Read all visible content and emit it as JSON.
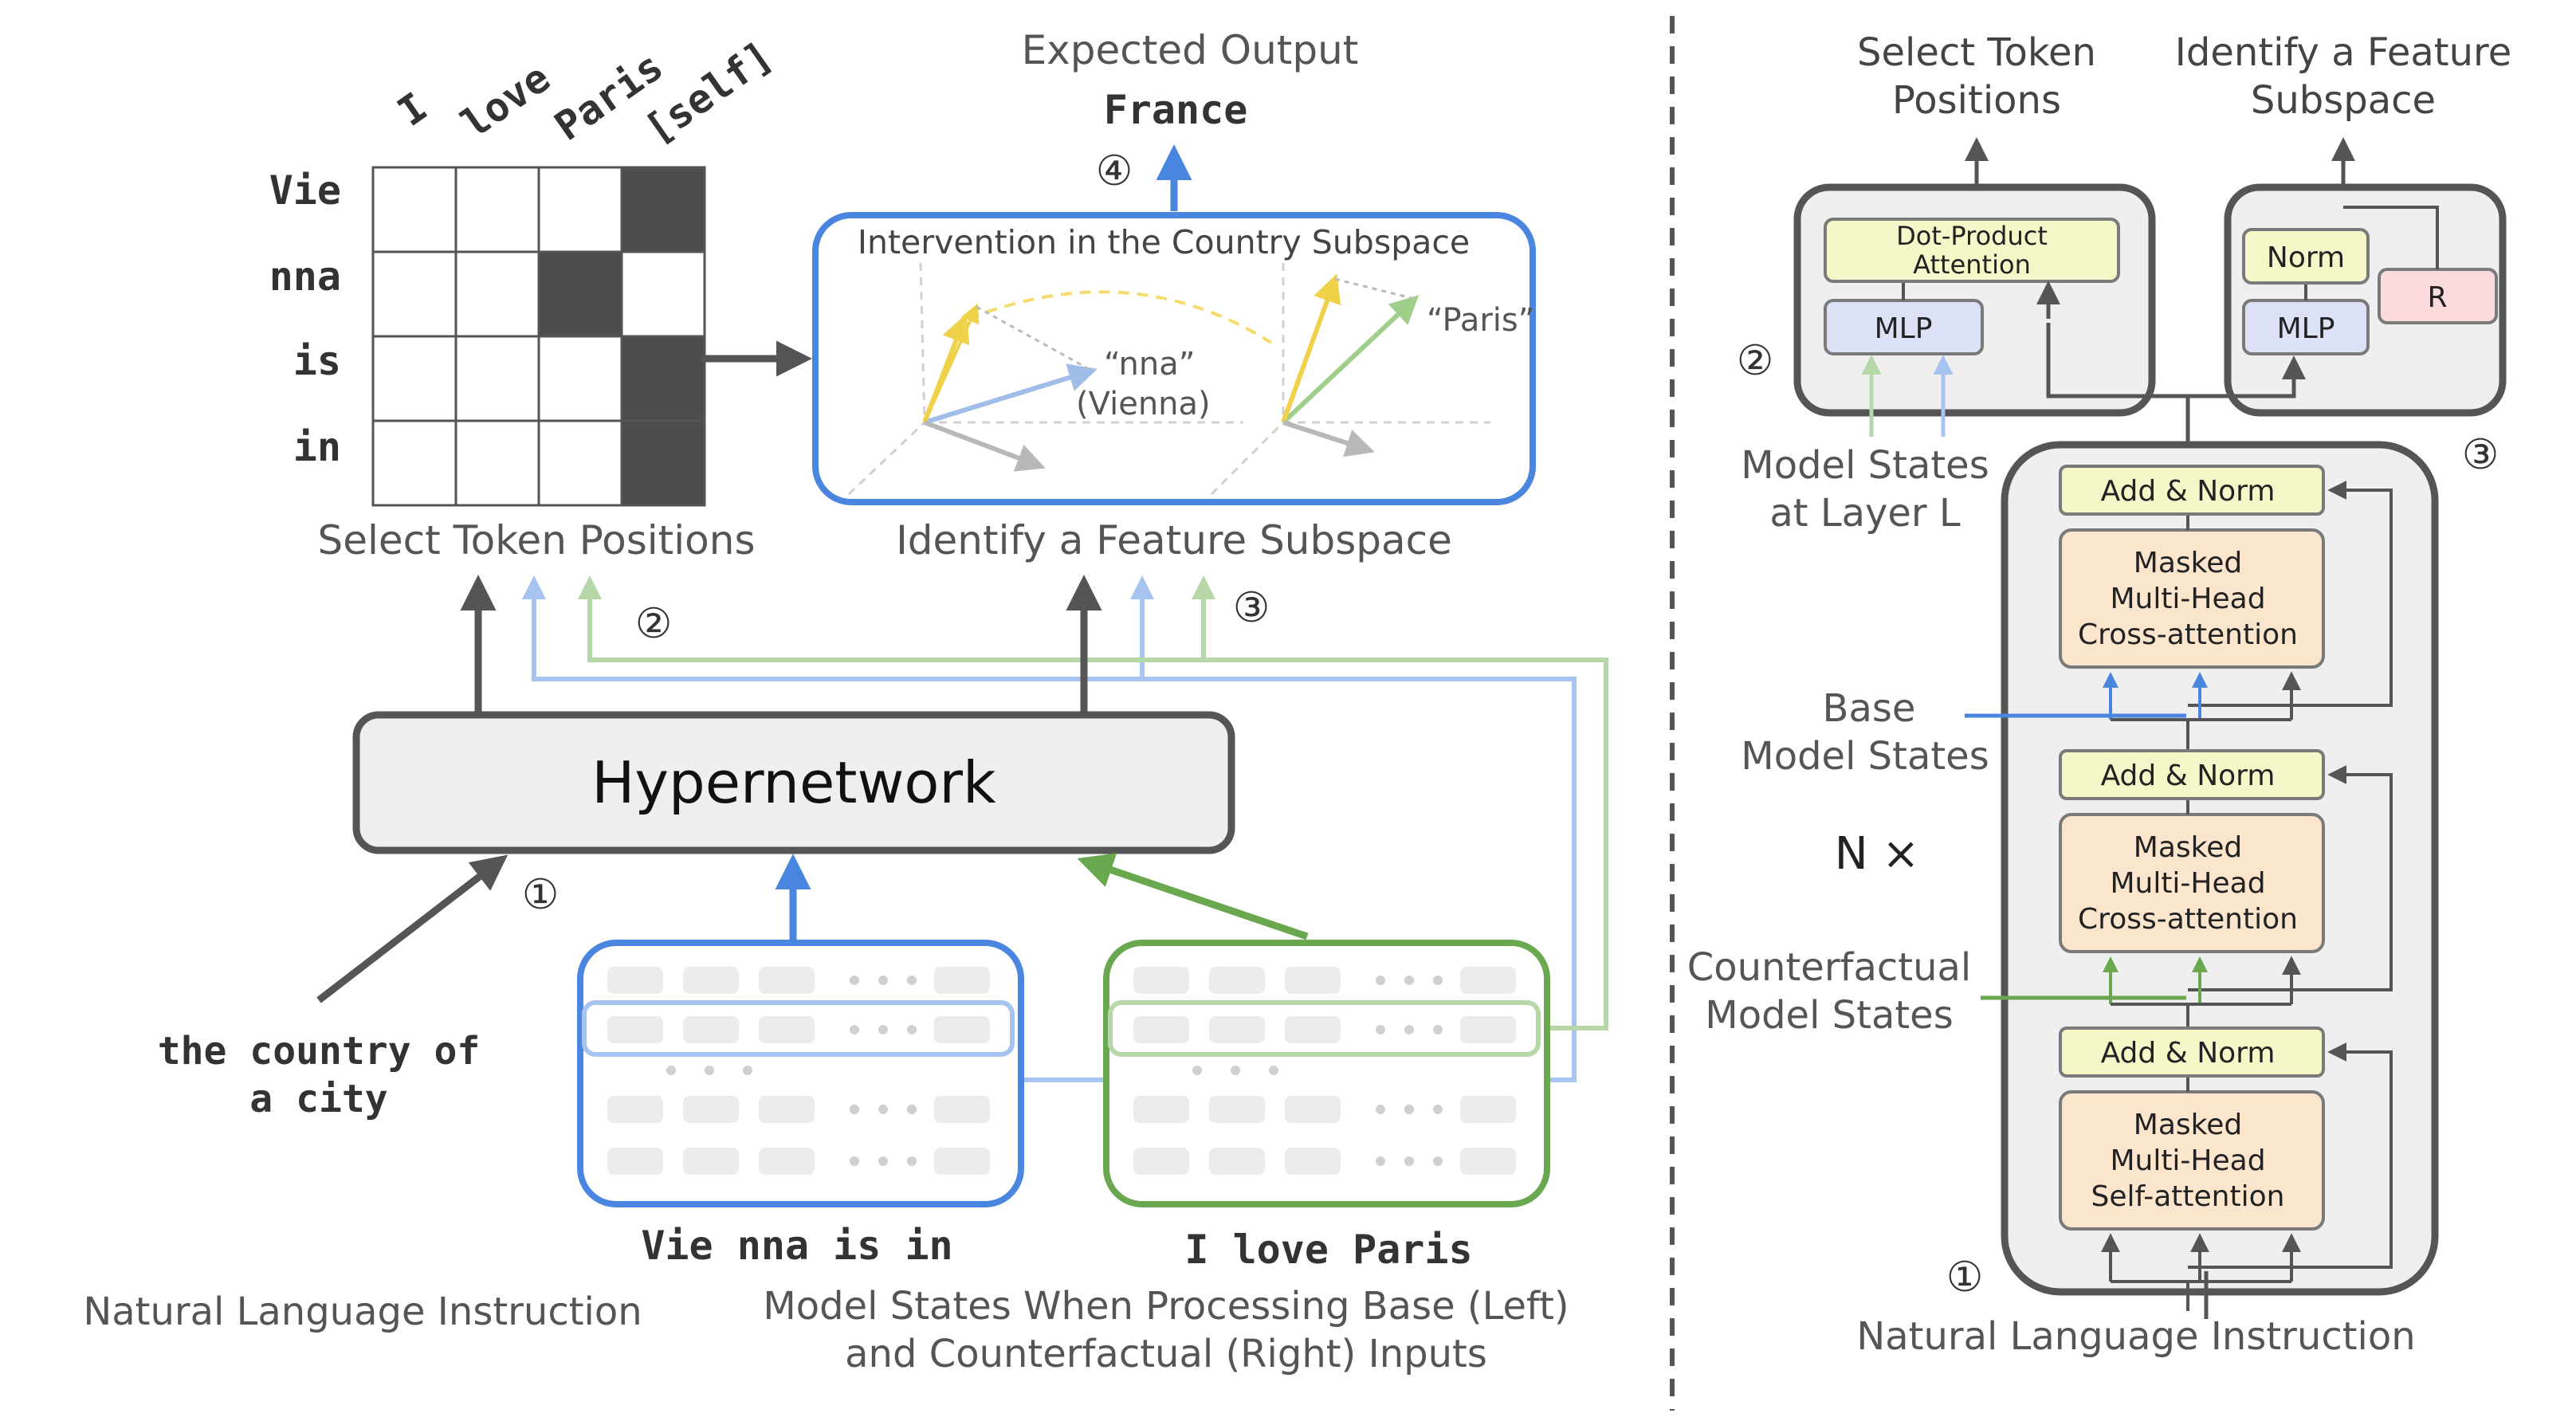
{
  "left": {
    "token_grid": {
      "columns": [
        "I",
        "love",
        "Paris",
        "[self]"
      ],
      "rows": [
        "Vie",
        "nna",
        "is",
        "in"
      ],
      "selected": [
        [
          0,
          3
        ],
        [
          1,
          2
        ],
        [
          2,
          3
        ],
        [
          3,
          3
        ]
      ],
      "caption": "Select Token Positions"
    },
    "expected_output": {
      "label": "Expected Output",
      "value": "France",
      "step": "④"
    },
    "intervention_panel": {
      "title": "Intervention in the Country Subspace",
      "left_vector_label_1": "“nna”",
      "left_vector_label_2": "(Vienna)",
      "right_vector_label": "“Paris”",
      "caption": "Identify a Feature Subspace"
    },
    "step_2": "②",
    "step_3": "③",
    "hypernetwork": {
      "label": "Hypernetwork",
      "step": "①"
    },
    "instruction": {
      "text_1": "the country of",
      "text_2": "a city",
      "caption": "Natural Language Instruction"
    },
    "base_input": "Vie nna is in",
    "counterfactual_input": "I love Paris",
    "states_caption_1": "Model States When Processing Base (Left)",
    "states_caption_2": "and Counterfactual (Right) Inputs"
  },
  "right": {
    "head_select": {
      "title_1": "Select Token",
      "title_2": "Positions",
      "attention_1": "Dot-Product",
      "attention_2": "Attention",
      "mlp": "MLP",
      "step": "②"
    },
    "head_subspace": {
      "title_1": "Identify a Feature",
      "title_2": "Subspace",
      "norm": "Norm",
      "mlp": "MLP",
      "r": "R",
      "step": "③"
    },
    "model_states_1": "Model States",
    "model_states_2": "at Layer L",
    "base_states_1": "Base",
    "base_states_2": "Model States",
    "cf_states_1": "Counterfactual",
    "cf_states_2": "Model States",
    "n_times": "N ×",
    "blocks": [
      {
        "norm": "Add & Norm",
        "line1": "Masked",
        "line2": "Multi-Head",
        "line3": "Cross-attention"
      },
      {
        "norm": "Add & Norm",
        "line1": "Masked",
        "line2": "Multi-Head",
        "line3": "Cross-attention"
      },
      {
        "norm": "Add & Norm",
        "line1": "Masked",
        "line2": "Multi-Head",
        "line3": "Self-attention"
      }
    ],
    "step_1": "①",
    "instruction": "Natural Language Instruction"
  },
  "colors": {
    "blue": "#4a86e0",
    "light_blue": "#a7c3ef",
    "green": "#6aa84f",
    "light_green": "#b6d7a8",
    "dark": "#555555",
    "box_gray": "#efefef",
    "attention_fill": "#fce5cd",
    "attention_stroke": "#7a7a7a",
    "yellow_fill": "#f5f7c8",
    "mlp_fill": "#dde1f5",
    "r_fill": "#fadadd",
    "cell_dark": "#4d4d4d"
  }
}
